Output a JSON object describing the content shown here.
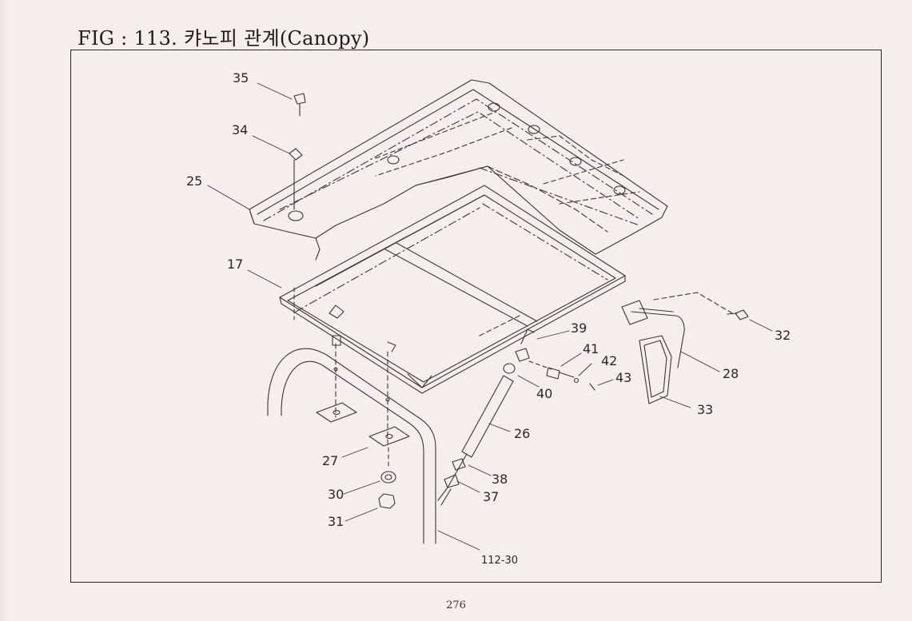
{
  "header": {
    "title": "FIG : 113. 캬노피 관계(Canopy)"
  },
  "callouts": {
    "c35": "35",
    "c34": "34",
    "c25": "25",
    "c17": "17",
    "c39": "39",
    "c41": "41",
    "c42": "42",
    "c43": "43",
    "c40": "40",
    "c32": "32",
    "c28": "28",
    "c33": "33",
    "c26": "26",
    "c27": "27",
    "c38": "38",
    "c30": "30",
    "c37": "37",
    "c31": "31",
    "ref": "112-30"
  },
  "footer": {
    "page_number": "276"
  }
}
